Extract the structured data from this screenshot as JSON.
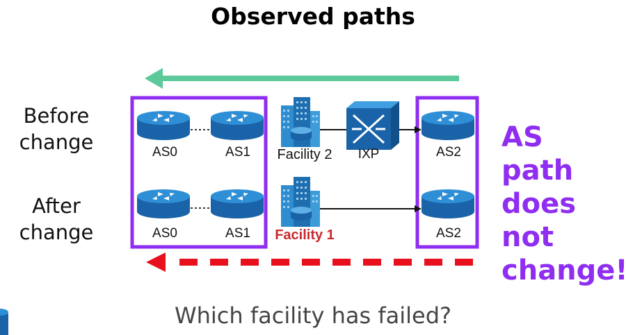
{
  "title": "Observed paths",
  "rows": {
    "before": {
      "label_line1": "Before",
      "label_line2": "change",
      "nodes": [
        "AS0",
        "AS1",
        "Facility 2",
        "IXP",
        "AS2"
      ]
    },
    "after": {
      "label_line1": "After",
      "label_line2": "change",
      "nodes": [
        "AS0",
        "AS1",
        "Facility 1",
        "AS2"
      ]
    }
  },
  "callout": {
    "lines": [
      "AS path",
      "does",
      "not",
      "change!"
    ]
  },
  "question": "Which facility has failed?",
  "icons": {
    "router": "router-icon",
    "building": "building-icon",
    "switch": "ixp-switch-icon"
  },
  "colors": {
    "purple": "#8f2df0",
    "green": "#5bc99a",
    "red": "#e8101c",
    "router": "#1f77c4",
    "building": "#2586c9",
    "failed_label": "#c8282d"
  }
}
